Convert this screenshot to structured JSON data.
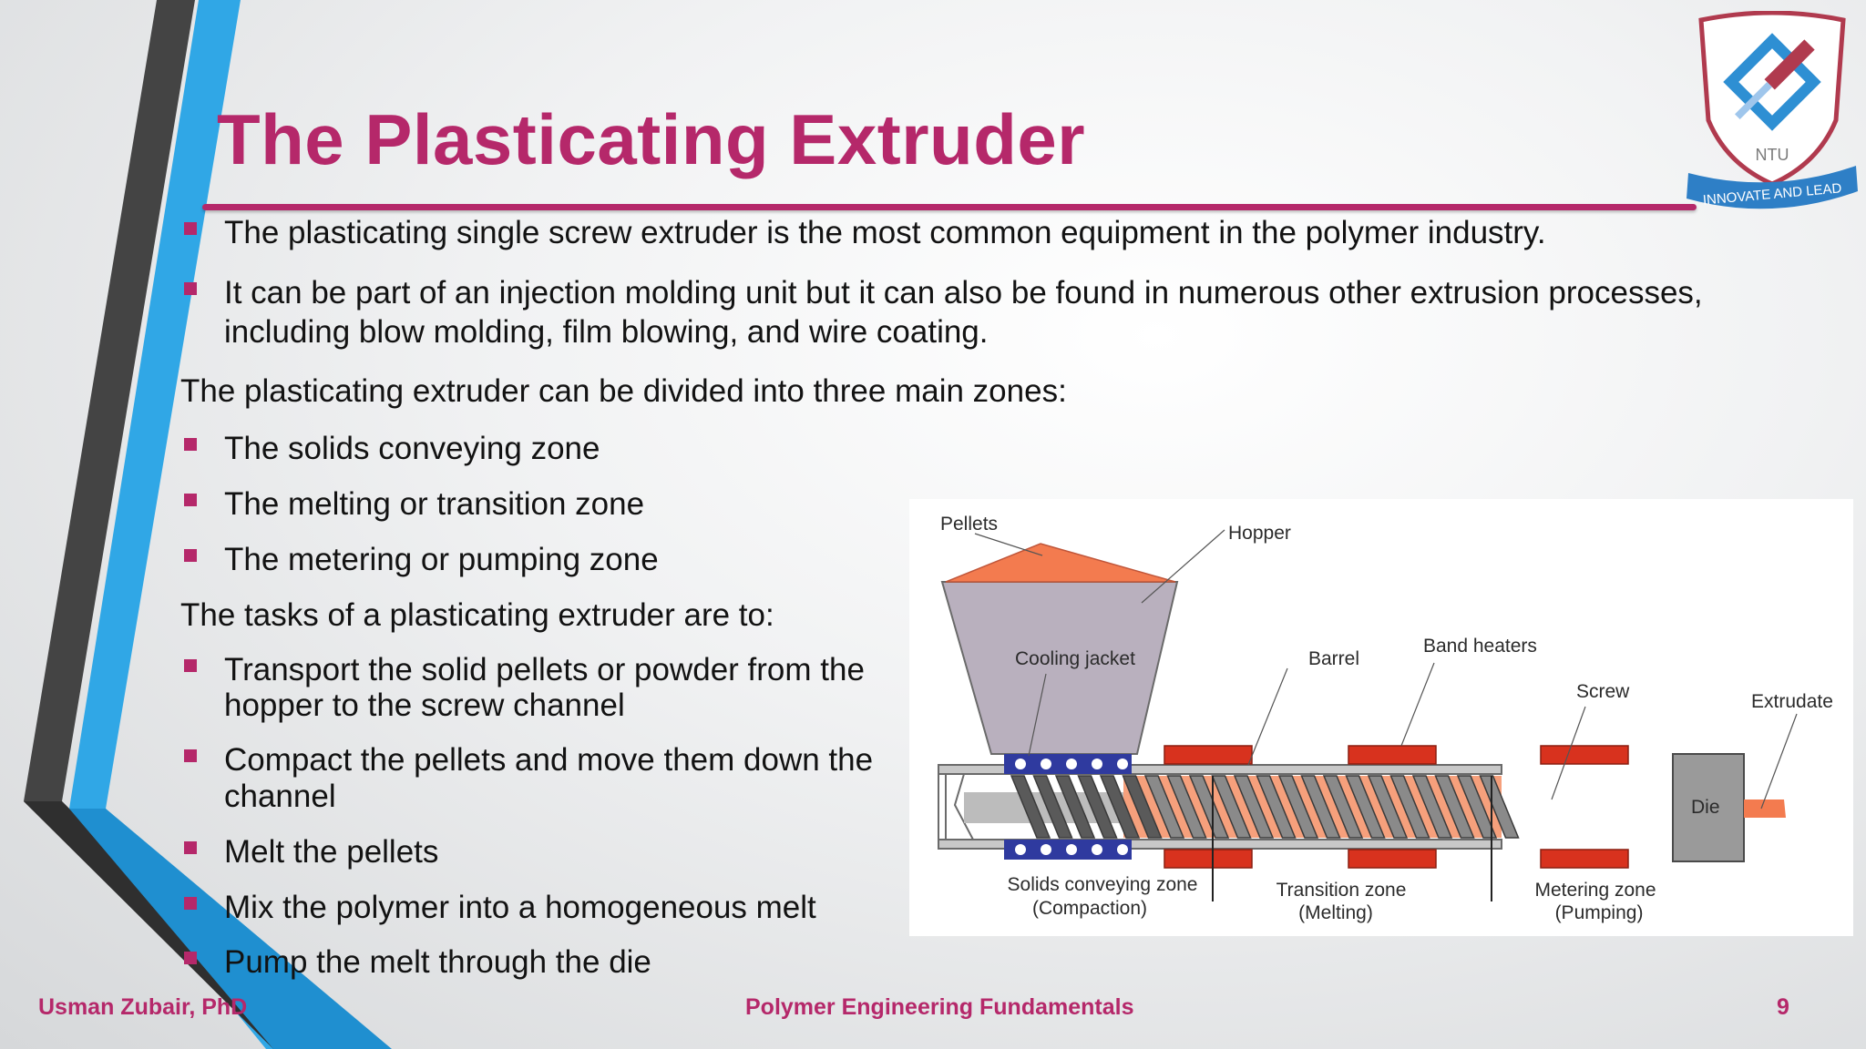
{
  "slide": {
    "title": "The Plasticating Extruder",
    "accent_color": "#b5286a",
    "bullets_intro": [
      "The plasticating single screw extruder is the most common equipment in the polymer industry.",
      "It can be part of an injection molding unit but it can also be found in numerous other extrusion processes,",
      "including blow molding, film blowing, and wire coating."
    ],
    "zones_heading": "The plasticating extruder can be divided into three main zones:",
    "zones": [
      "The solids conveying zone",
      "The melting or transition zone",
      "The metering or pumping zone"
    ],
    "tasks_heading": "The tasks of a plasticating extruder are to:",
    "tasks": [
      "Transport the solid pellets or powder from the",
      "hopper to the screw channel",
      "Compact the pellets and move them down the",
      "channel",
      "Melt the pellets",
      "Mix the polymer into a homogeneous melt",
      "Pump the melt through the die"
    ]
  },
  "logo": {
    "letters": "NTU",
    "motto": "INNOVATE AND LEAD"
  },
  "diagram": {
    "labels": {
      "pellets": "Pellets",
      "hopper": "Hopper",
      "cooling_jacket": "Cooling jacket",
      "barrel": "Barrel",
      "band_heaters": "Band heaters",
      "screw": "Screw",
      "extrudate": "Extrudate",
      "die": "Die",
      "zone1_name": "Solids conveying zone",
      "zone1_sub": "(Compaction)",
      "zone2_name": "Transition zone",
      "zone2_sub": "(Melting)",
      "zone3_name": "Metering zone",
      "zone3_sub": "(Pumping)"
    }
  },
  "footer": {
    "author": "Usman Zubair, PhD",
    "course": "Polymer Engineering Fundamentals",
    "page_number": "9"
  }
}
